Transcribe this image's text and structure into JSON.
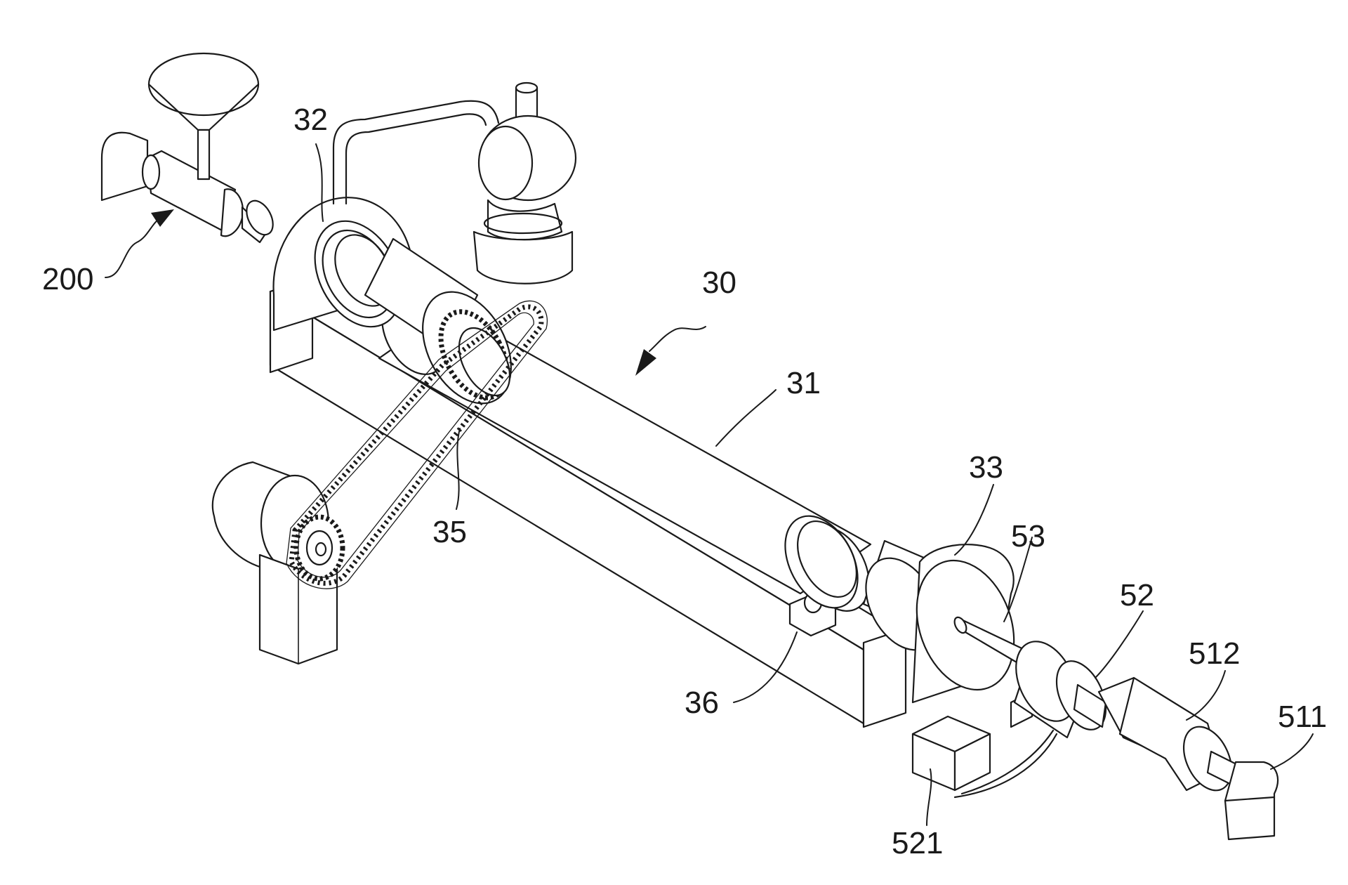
{
  "labels": {
    "l200": "200",
    "l32": "32",
    "l30": "30",
    "l31": "31",
    "l35": "35",
    "l33": "33",
    "l53": "53",
    "l52": "52",
    "l512": "512",
    "l511": "511",
    "l36": "36",
    "l521": "521"
  },
  "colors": {
    "line": "#1a1a1a",
    "background": "#ffffff"
  }
}
